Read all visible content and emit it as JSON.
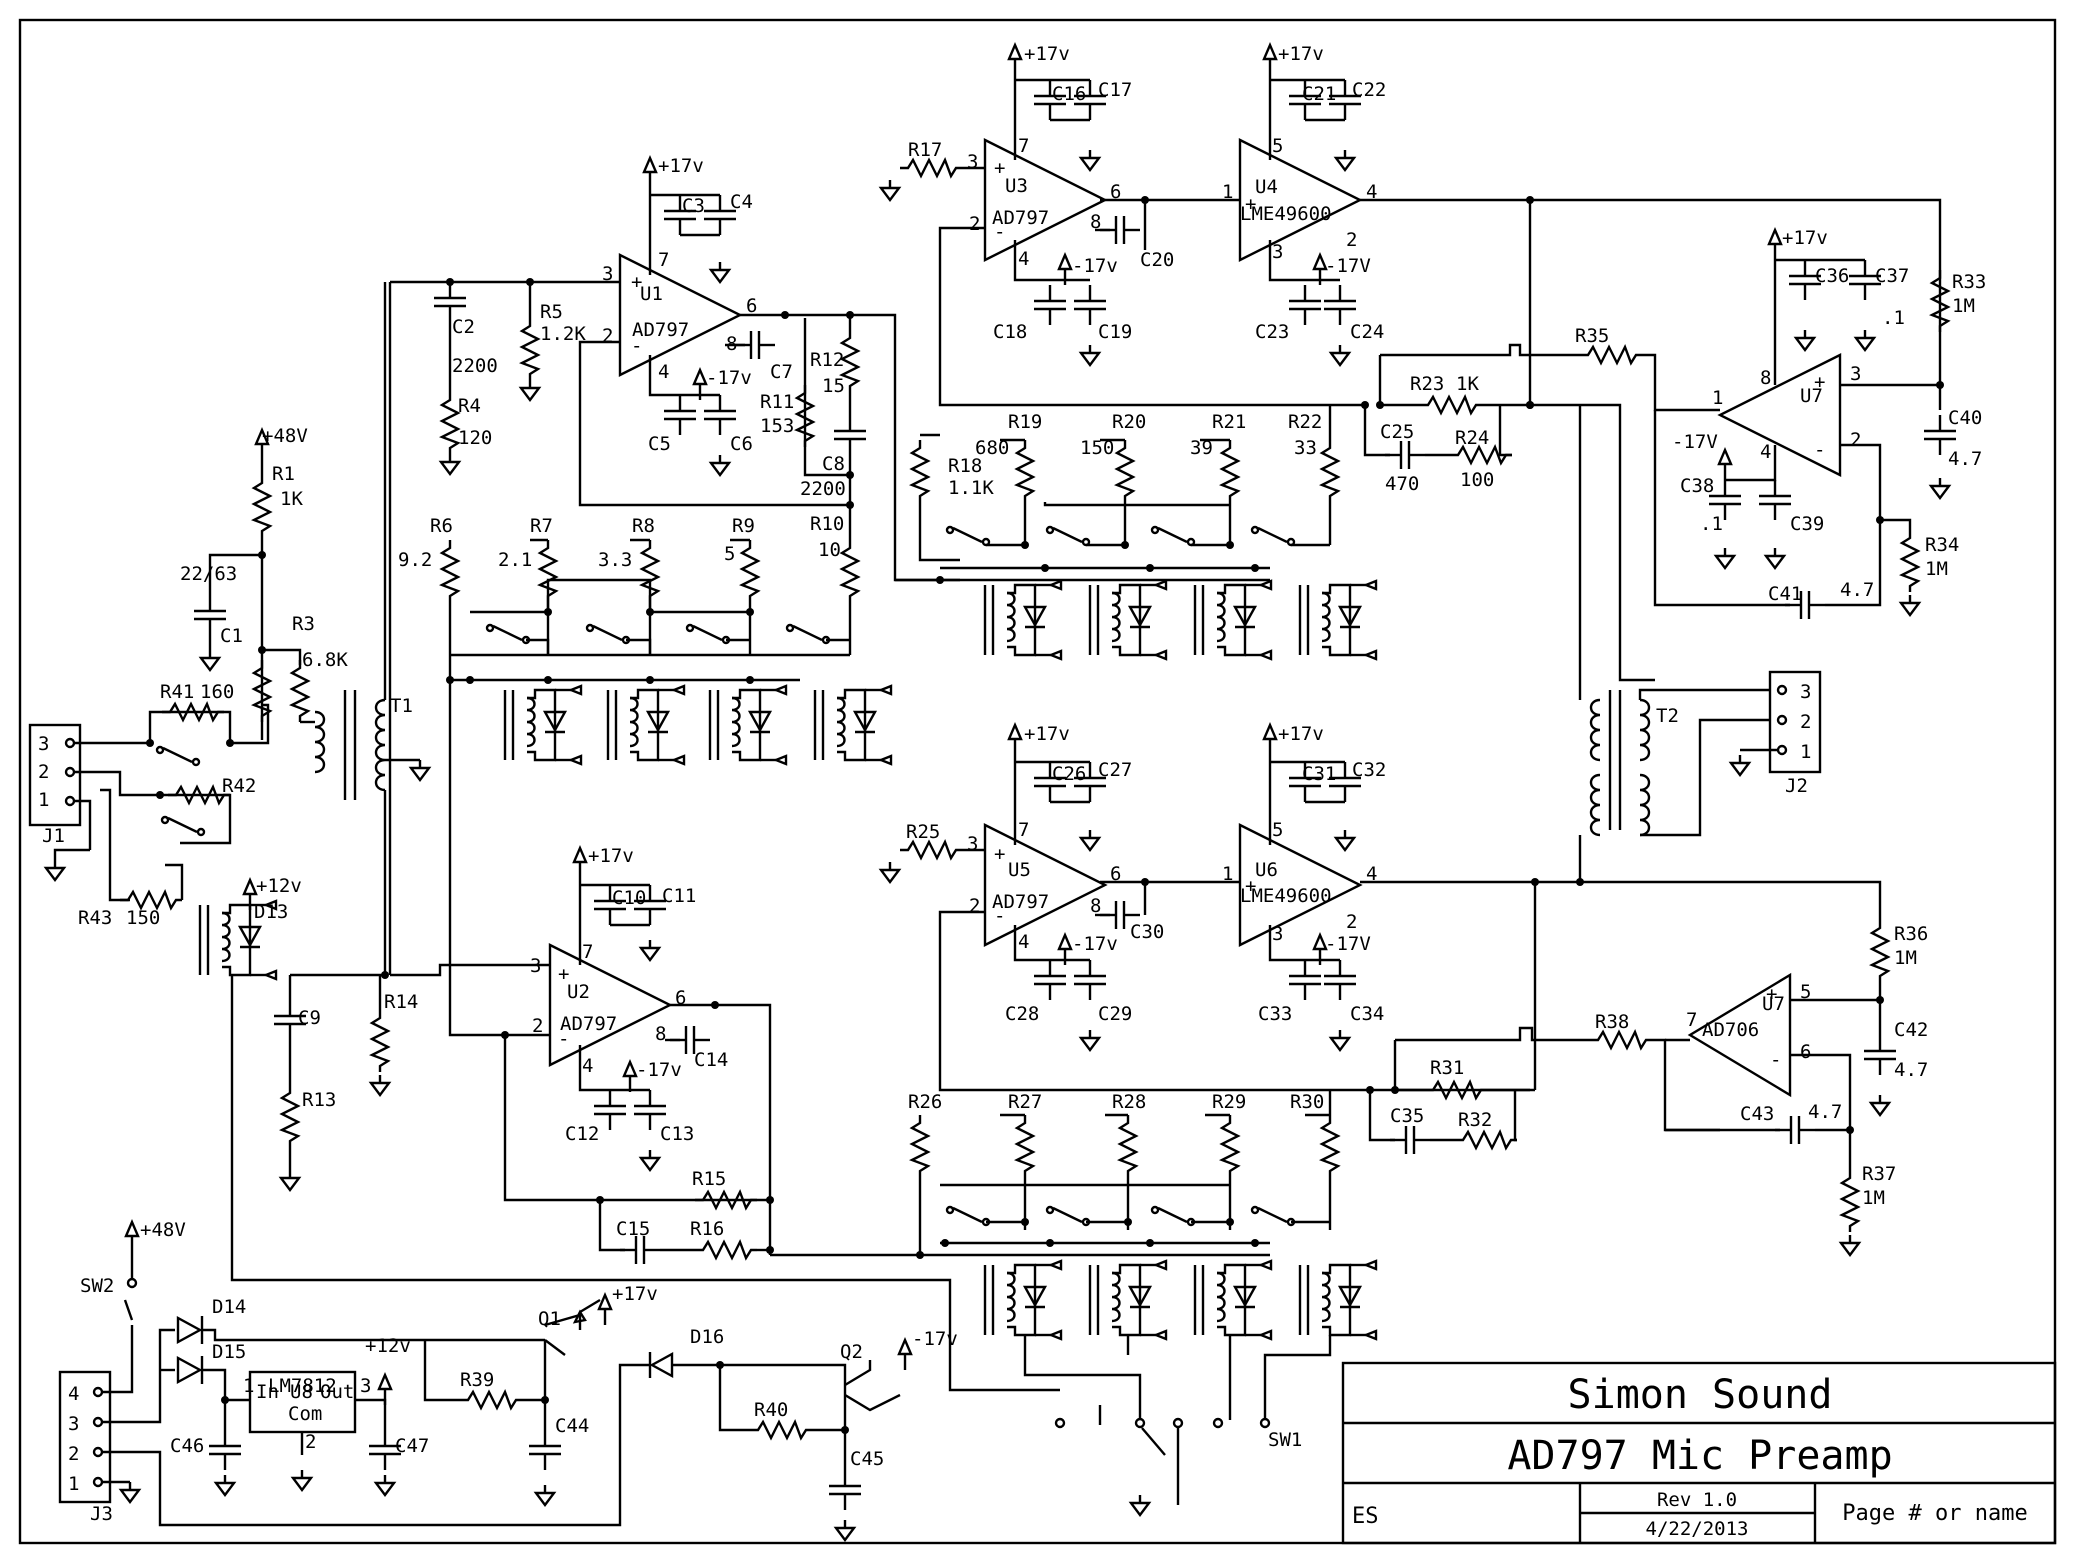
{
  "title_block": {
    "company": "Simon Sound",
    "title": "AD797 Mic Preamp",
    "drawn_by": "ES",
    "revision": "Rev 1.0",
    "date": "4/22/2013",
    "page": "Page # or name"
  },
  "colors": {
    "ink": "#000000",
    "paper": "#ffffff"
  },
  "opamps": [
    {
      "ref": "U1",
      "part": "AD797"
    },
    {
      "ref": "U2",
      "part": "AD797"
    },
    {
      "ref": "U3",
      "part": "AD797"
    },
    {
      "ref": "U4",
      "part": "LME49600"
    },
    {
      "ref": "U5",
      "part": "AD797"
    },
    {
      "ref": "U6",
      "part": "LME49600"
    },
    {
      "ref": "U7",
      "part": ""
    },
    {
      "ref": "U7",
      "part": "AD706"
    },
    {
      "ref": "U8",
      "part": "LM7812"
    }
  ],
  "supplies": {
    "p17": "+17v",
    "n17": "-17V",
    "n17b": "-17v",
    "p48": "+48V",
    "p12": "+12v"
  },
  "components": {
    "R1": "R1",
    "R1v": "1K",
    "R3": "R3",
    "R3v": "6.8K",
    "R4": "R4",
    "R4v": "120",
    "R5": "R5",
    "R5v": "1.2K",
    "R6": "R6",
    "R6v": "9.2",
    "R7": "R7",
    "R7v": "2.1",
    "R8": "R8",
    "R8v": "3.3",
    "R9": "R9",
    "R9v": "5",
    "R10": "R10",
    "R10v": "10",
    "R11": "R11",
    "R11v": "153",
    "R12": "R12",
    "R12v": "15",
    "R13": "R13",
    "R14": "R14",
    "R15": "R15",
    "R16": "R16",
    "R17": "R17",
    "R18": "R18",
    "R18v": "1.1K",
    "R19": "R19",
    "R19v": "680",
    "R20": "R20",
    "R20v": "150",
    "R21": "R21",
    "R21v": "39",
    "R22": "R22",
    "R22v": "33",
    "R23": "R23",
    "R23v": "1K",
    "R24": "R24",
    "R24v": "100",
    "R25": "R25",
    "R26": "R26",
    "R27": "R27",
    "R28": "R28",
    "R29": "R29",
    "R30": "R30",
    "R31": "R31",
    "R32": "R32",
    "R33": "R33",
    "R33v": "1M",
    "R34": "R34",
    "R34v": "1M",
    "R35": "R35",
    "R36": "R36",
    "R36v": "1M",
    "R37": "R37",
    "R37v": "1M",
    "R38": "R38",
    "R39": "R39",
    "R40": "R40",
    "R41": "R41",
    "R41v": "160",
    "R42": "R42",
    "R43": "R43",
    "R43v": "150",
    "C1": "C1",
    "C1v": "22/63",
    "C2": "C2",
    "C2v": "2200",
    "C3": "C3",
    "C4": "C4",
    "C5": "C5",
    "C6": "C6",
    "C7": "C7",
    "C8": "C8",
    "C8v": "2200",
    "C9": "C9",
    "C10": "C10",
    "C11": "C11",
    "C12": "C12",
    "C13": "C13",
    "C14": "C14",
    "C15": "C15",
    "C16": "C16",
    "C17": "C17",
    "C18": "C18",
    "C19": "C19",
    "C20": "C20",
    "C21": "C21",
    "C22": "C22",
    "C23": "C23",
    "C24": "C24",
    "C25": "C25",
    "C25v": "470",
    "C26": "C26",
    "C27": "C27",
    "C28": "C28",
    "C29": "C29",
    "C30": "C30",
    "C31": "C31",
    "C32": "C32",
    "C33": "C33",
    "C34": "C34",
    "C35": "C35",
    "C36": "C36",
    "C37": "C37",
    "C37v": ".1",
    "C38": "C38",
    "C38v": ".1",
    "C39": "C39",
    "C40": "C40",
    "C40v": "4.7",
    "C41": "C41",
    "C41v": "4.7",
    "C42": "C42",
    "C42v": "4.7",
    "C43": "C43",
    "C43v": "4.7",
    "C44": "C44",
    "C45": "C45",
    "C46": "C46",
    "C47": "C47",
    "D13": "D13",
    "D14": "D14",
    "D15": "D15",
    "D16": "D16",
    "Q1": "Q1",
    "Q2": "Q2",
    "T1": "T1",
    "T2": "T2",
    "J1": "J1",
    "J2": "J2",
    "J3": "J3",
    "SW1": "SW1",
    "SW2": "SW2",
    "U8in": "In",
    "U8out": "Out",
    "U8com": "Com"
  }
}
